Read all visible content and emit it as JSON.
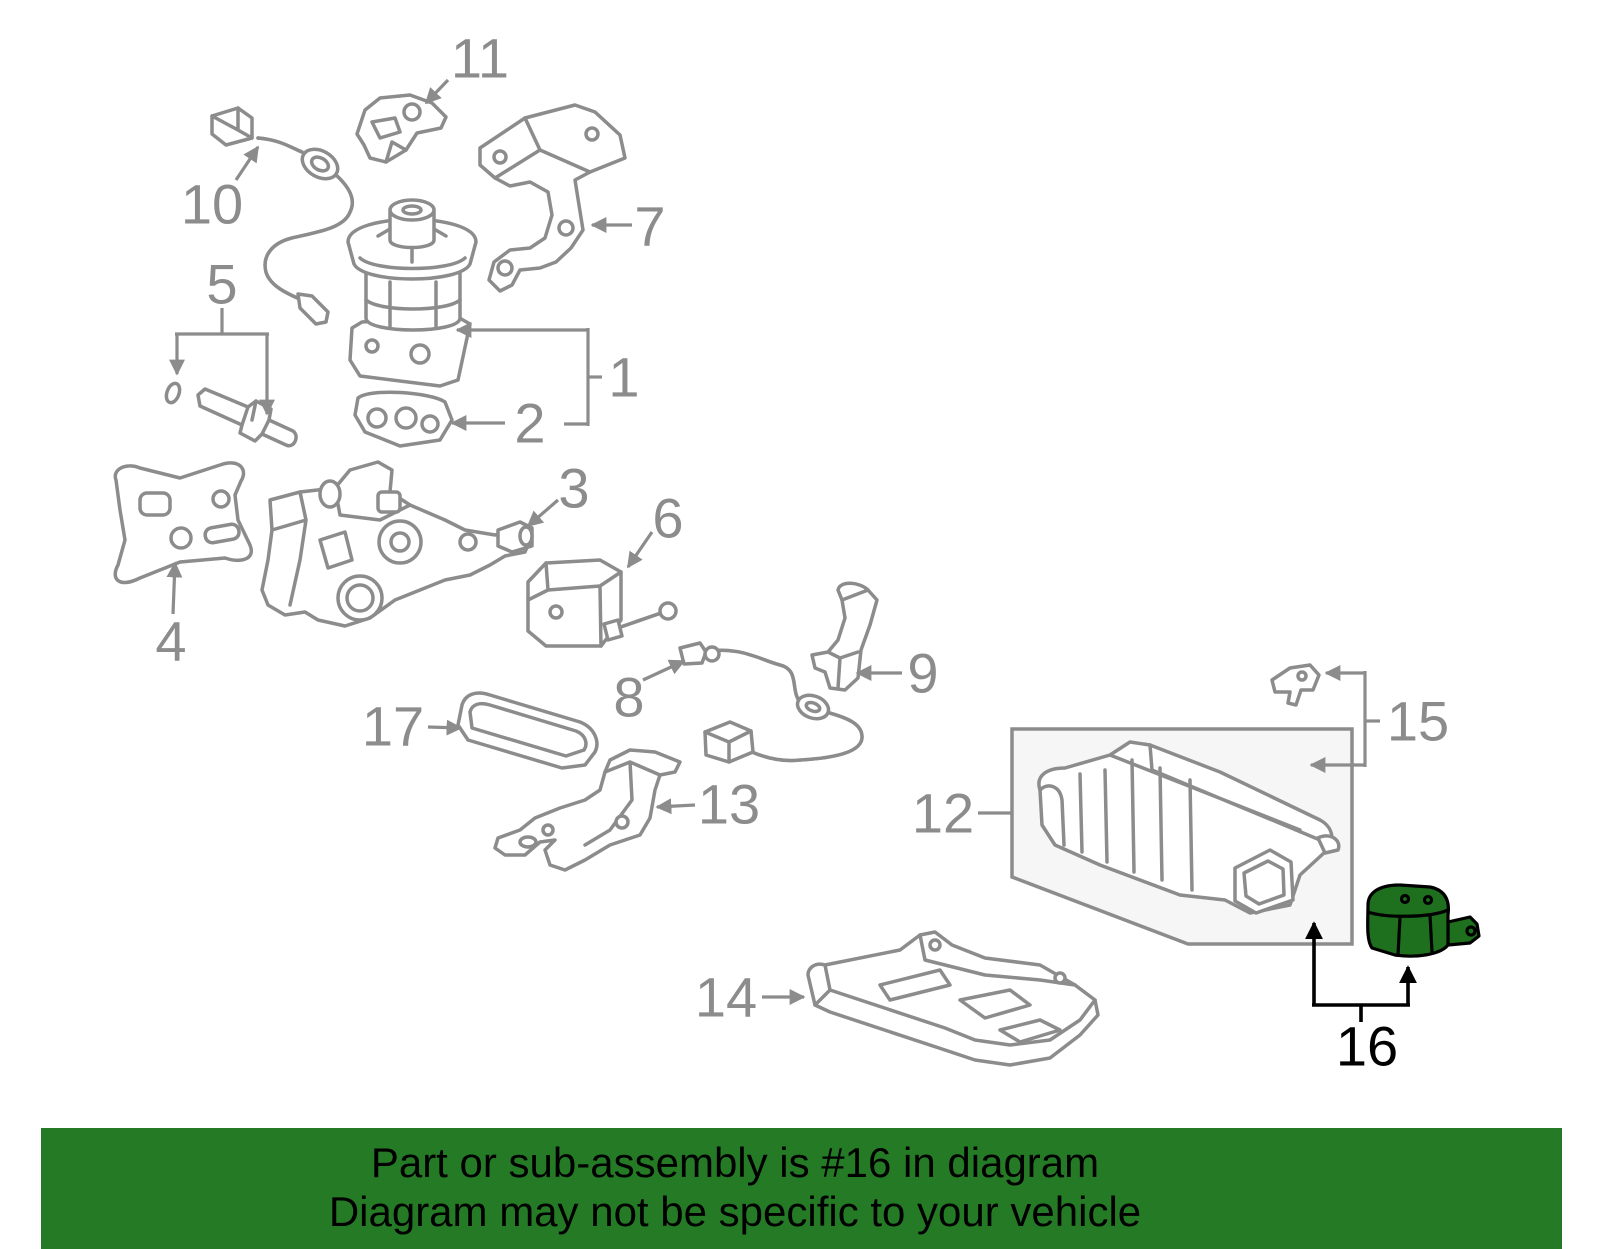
{
  "callouts": [
    "1",
    "2",
    "3",
    "4",
    "5",
    "6",
    "7",
    "8",
    "9",
    "10",
    "11",
    "12",
    "13",
    "14",
    "15",
    "16",
    "17"
  ],
  "banner": {
    "line1": "Part or sub-assembly is #16 in diagram",
    "line2": "Diagram may not be specific to your vehicle"
  },
  "colors": {
    "line": "#8c8c8c",
    "highlight_fill": "#1e6f1e",
    "highlight_accent": "#000000",
    "banner": "#257a25"
  }
}
